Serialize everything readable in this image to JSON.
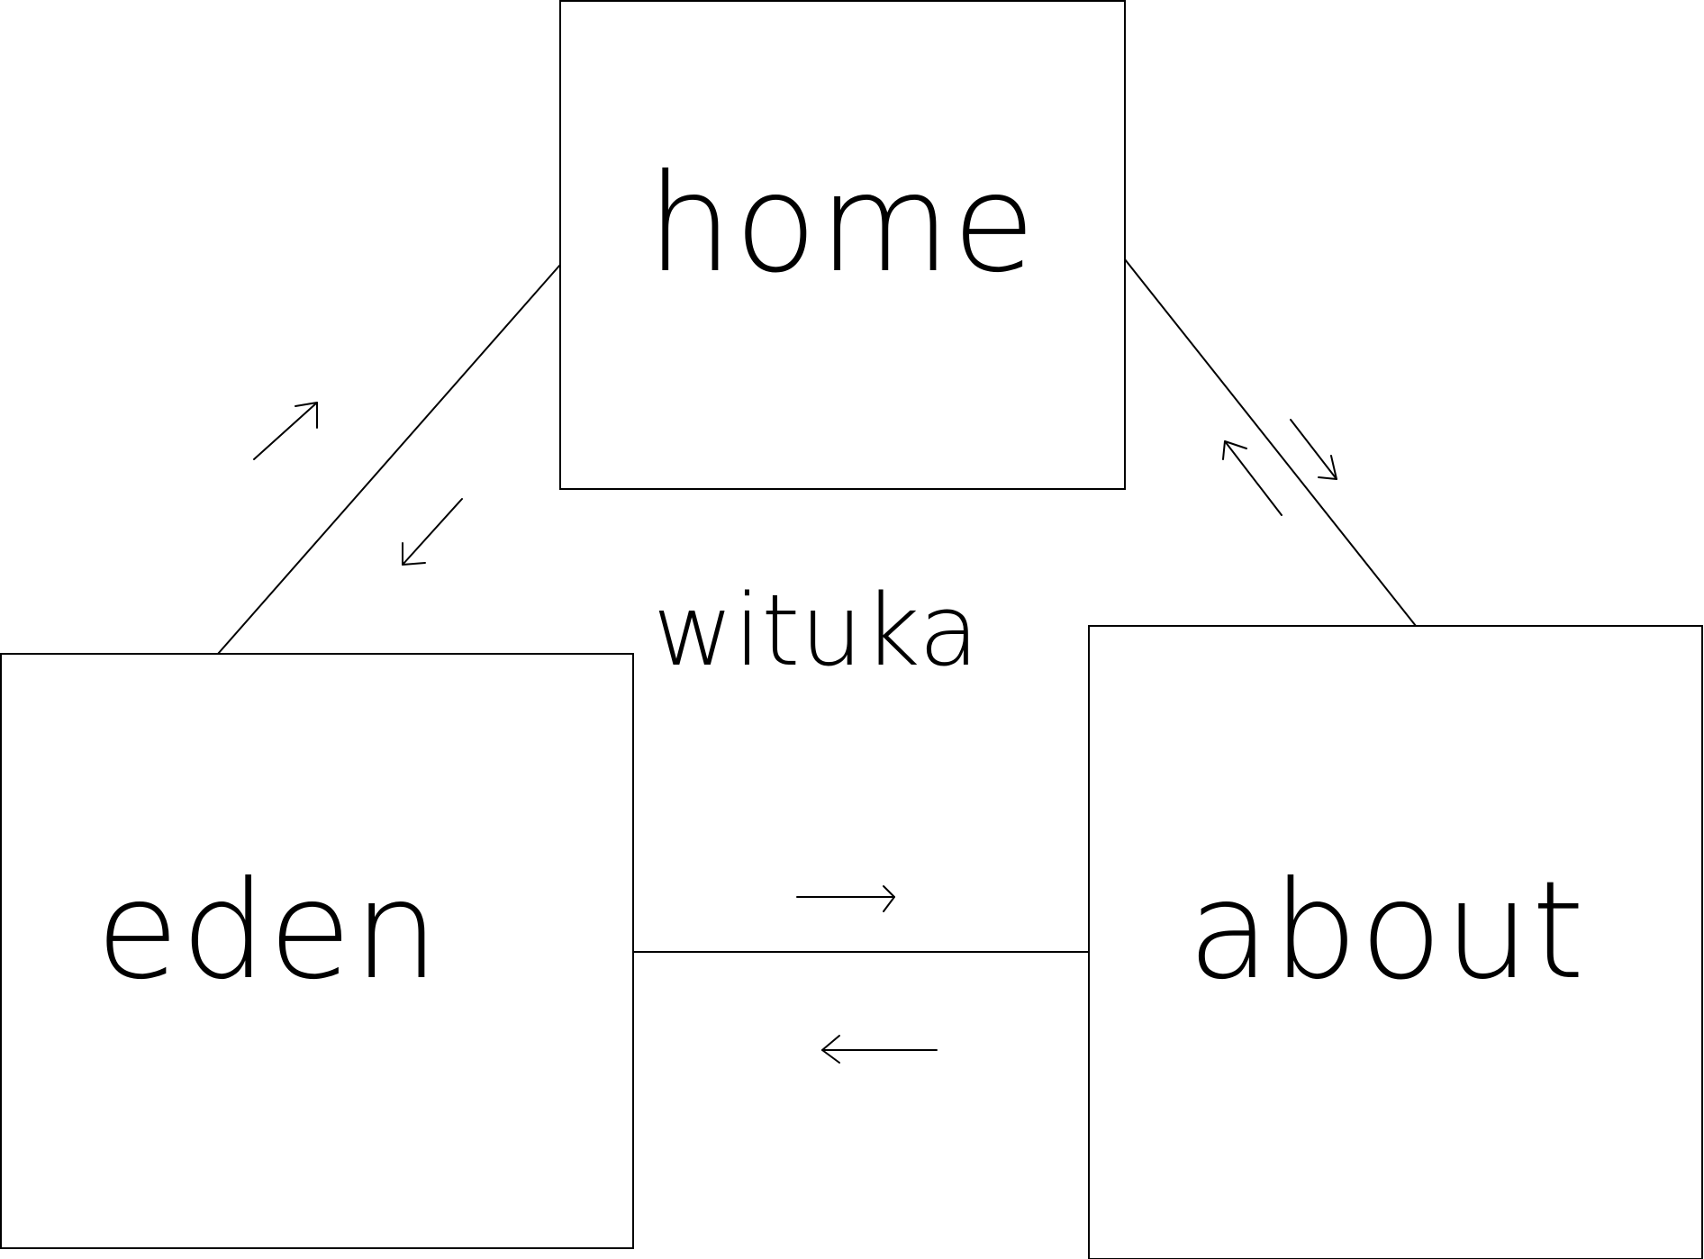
{
  "nodes": {
    "home": {
      "label": "home"
    },
    "eden": {
      "label": "eden"
    },
    "about": {
      "label": "about"
    }
  },
  "center_label": "wituka",
  "colors": {
    "stroke": "#000000",
    "background": "#ffffff"
  }
}
